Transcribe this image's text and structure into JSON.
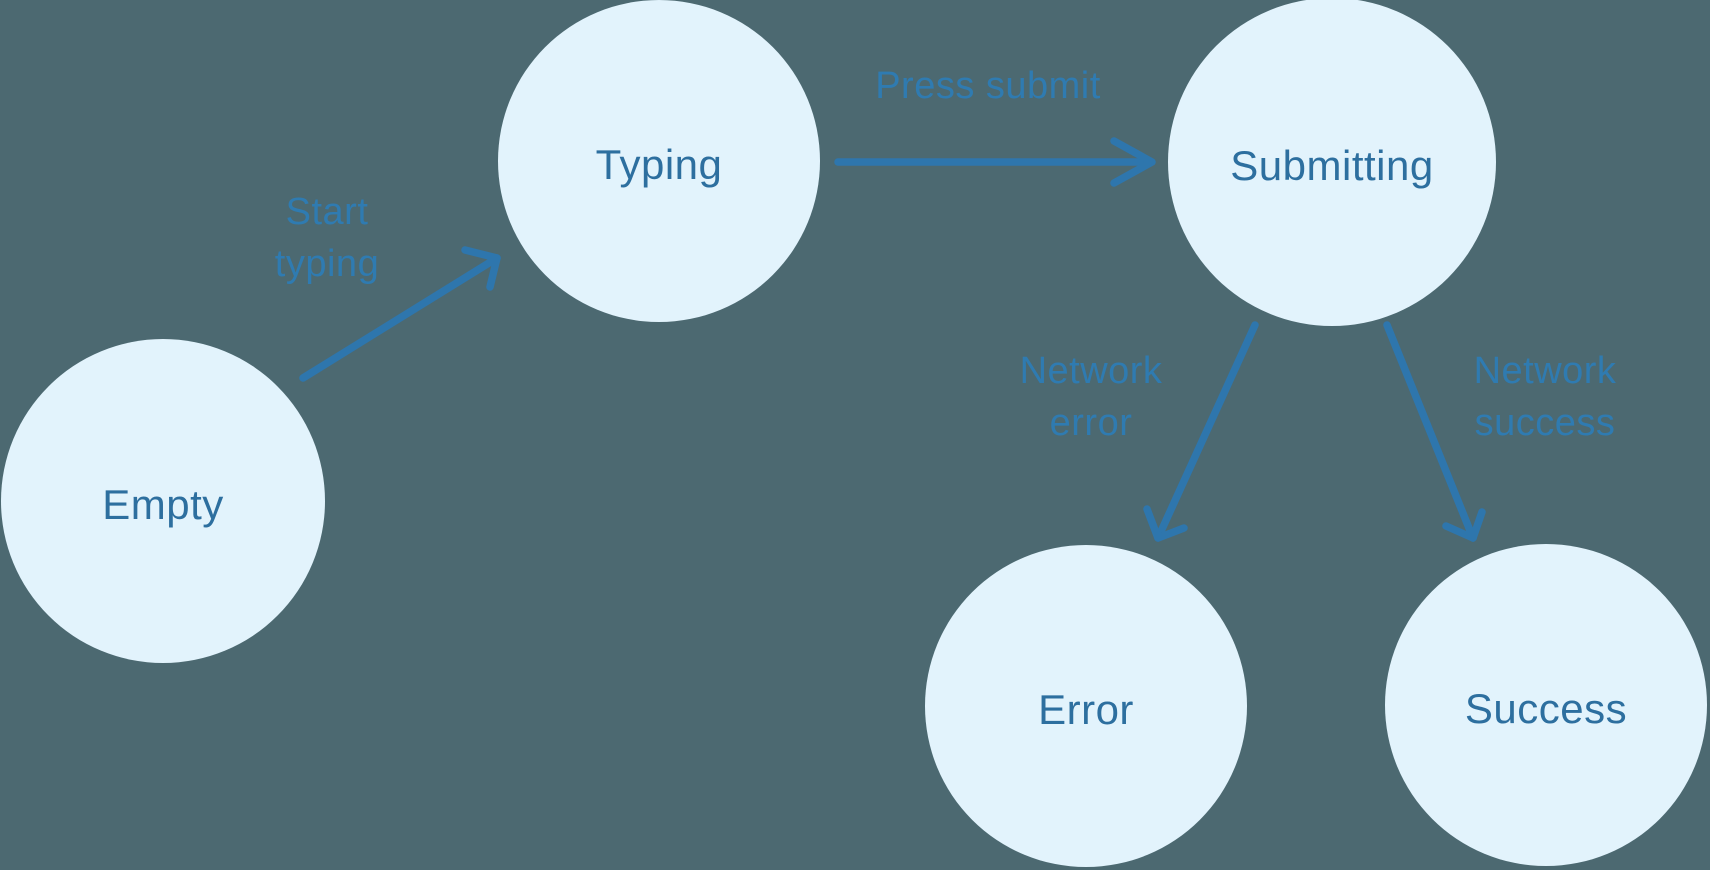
{
  "diagram": {
    "kind": "state-diagram",
    "colors": {
      "background": "#4c6971",
      "node_fill": "#e2f3fc",
      "node_text": "#2d6f9f",
      "edge_stroke": "#2e76ad",
      "edge_label_text": "#2f7bb1"
    },
    "nodes": [
      {
        "id": "empty",
        "label": "Empty"
      },
      {
        "id": "typing",
        "label": "Typing"
      },
      {
        "id": "submitting",
        "label": "Submitting"
      },
      {
        "id": "error",
        "label": "Error"
      },
      {
        "id": "success",
        "label": "Success"
      }
    ],
    "edges": [
      {
        "from": "Empty",
        "to": "Typing",
        "lines": [
          "Start",
          "typing"
        ]
      },
      {
        "from": "Typing",
        "to": "Submitting",
        "lines": [
          "Press submit"
        ]
      },
      {
        "from": "Submitting",
        "to": "Error",
        "lines": [
          "Network",
          "error"
        ]
      },
      {
        "from": "Submitting",
        "to": "Success",
        "lines": [
          "Network",
          "success"
        ]
      }
    ]
  }
}
